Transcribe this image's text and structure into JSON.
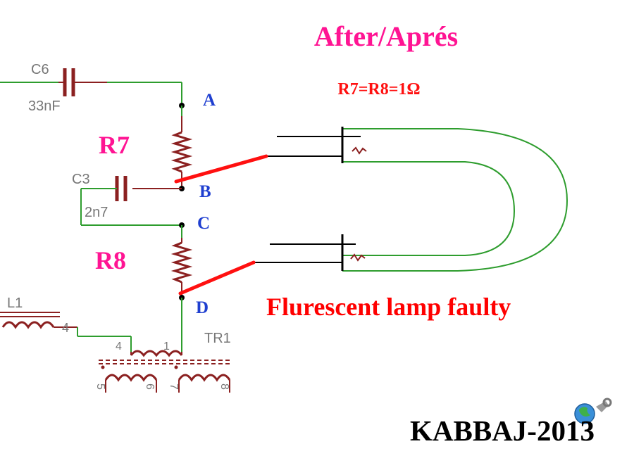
{
  "header": {
    "title": "After/Aprés",
    "equation": "R7=R8=1Ω"
  },
  "components": {
    "c6": {
      "name": "C6",
      "value": "33nF"
    },
    "c3": {
      "name": "C3",
      "value": "2n7"
    },
    "l1": {
      "name": "L1",
      "pin": "4"
    },
    "tr1": {
      "name": "TR1",
      "pins": [
        "4",
        "1",
        "5",
        "6",
        "7",
        "8"
      ]
    }
  },
  "resistors": {
    "r7": "R7",
    "r8": "R8"
  },
  "nodes": {
    "a": "A",
    "b": "B",
    "c": "C",
    "d": "D"
  },
  "fault_label": "Flurescent lamp faulty",
  "credit": "KABBAJ-2013",
  "colors": {
    "wire": "#2e9d2e",
    "component": "#8b2020",
    "short": "#ff1010",
    "title": "#ff1493",
    "fault": "#ff0000",
    "node_label": "#1f3fd0",
    "component_label": "#777777"
  }
}
